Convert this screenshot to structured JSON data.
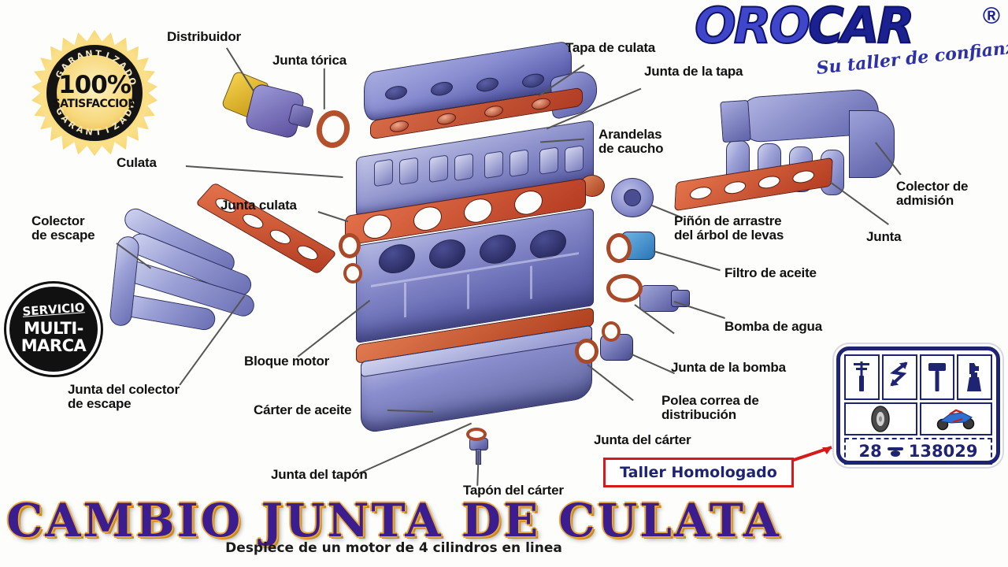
{
  "meta": {
    "title": "CAMBIO JUNTA DE CULATA",
    "subtitle": "Despiece de un motor de 4 cilindros en linea"
  },
  "brand": {
    "name_oro": "ORO",
    "name_car": "CAR",
    "registered_mark": "®",
    "tagline": "Su taller de confianza",
    "color": "#1b2190"
  },
  "seal": {
    "arc_top": "GARANTIZADO",
    "arc_bottom": "GARANTIZADO",
    "percent": "100%",
    "satisfaction": "SATISFACCION",
    "color": "#f2c23c"
  },
  "multimarca": {
    "line1": "SERVICIO",
    "line2": "MULTI-",
    "line3": "MARCA"
  },
  "homologado": {
    "label": "Taller Homologado",
    "border_color": "#d61a1a",
    "text_color": "#1f2472"
  },
  "plate": {
    "icons_row1": [
      "mechanics-screwdriver-icon",
      "electricity-bolt-icon",
      "bodywork-hammer-icon",
      "paint-spraygun-icon"
    ],
    "icons_row2": [
      "tire-icon",
      "motorcycle-icon"
    ],
    "region_code": "28",
    "separator_icon": "shield-emblem-icon",
    "registration_number": "138029",
    "color": "#1f2472"
  },
  "labels": [
    {
      "id": "distribuidor",
      "text": "Distribuidor"
    },
    {
      "id": "junta-torica",
      "text": "Junta tórica"
    },
    {
      "id": "tapa-de-culata",
      "text": "Tapa de culata"
    },
    {
      "id": "junta-de-la-tapa",
      "text": "Junta de la tapa"
    },
    {
      "id": "arandelas-de-caucho",
      "text": "Arandelas\nde caucho"
    },
    {
      "id": "culata",
      "text": "Culata"
    },
    {
      "id": "junta-culata",
      "text": "Junta culata"
    },
    {
      "id": "colector-de-escape",
      "text": "Colector\nde escape"
    },
    {
      "id": "junta-del-colector-de-escape",
      "text": "Junta del colector\nde escape"
    },
    {
      "id": "bloque-motor",
      "text": "Bloque motor"
    },
    {
      "id": "carter-de-aceite",
      "text": "Cárter de aceite"
    },
    {
      "id": "junta-del-tapon",
      "text": "Junta del tapón"
    },
    {
      "id": "tapon-del-carter",
      "text": "Tapón del cárter"
    },
    {
      "id": "colector-de-admision",
      "text": "Colector de\nadmisión"
    },
    {
      "id": "junta",
      "text": "Junta"
    },
    {
      "id": "pinon-de-arrastre",
      "text": "Piñón de arrastre\ndel árbol de levas"
    },
    {
      "id": "filtro-de-aceite",
      "text": "Filtro de aceite"
    },
    {
      "id": "bomba-de-agua",
      "text": "Bomba de agua"
    },
    {
      "id": "junta-de-la-bomba",
      "text": "Junta de la bomba"
    },
    {
      "id": "polea-correa",
      "text": "Polea correa de\ndistribución"
    },
    {
      "id": "junta-del-carter",
      "text": "Junta del cárter"
    }
  ],
  "colors": {
    "background": "#fdfdfb",
    "metal_part": "#7b7fc4",
    "gasket": "#c4462a",
    "label_text": "#111111",
    "title_fill": "#3b1d8f",
    "title_outline": "#e8a83a"
  }
}
